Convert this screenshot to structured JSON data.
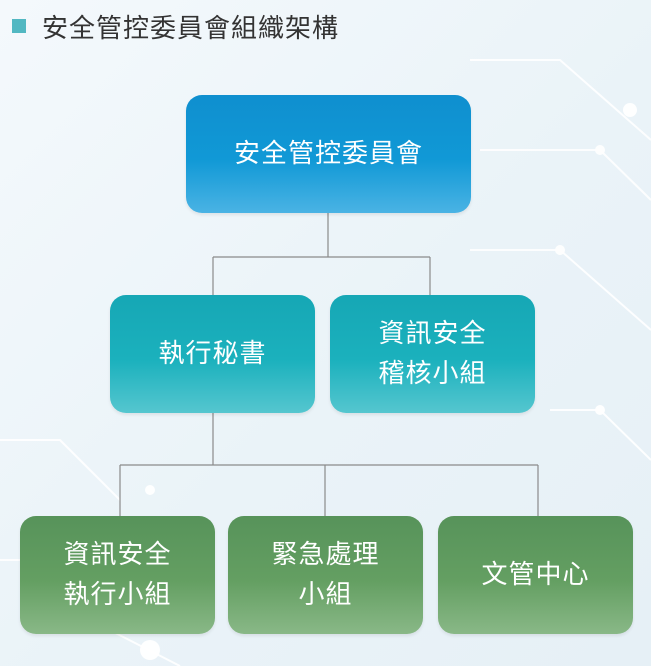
{
  "title": {
    "text": "安全管控委員會組織架構"
  },
  "colors": {
    "accent_marker": "#52b8c2",
    "level1": "#1199d6",
    "level2": "#1bb1bd",
    "level3": "#649f62",
    "connector": "#8a8a8a"
  },
  "nodes": {
    "committee": {
      "lines": [
        "安全管控委員會"
      ]
    },
    "secretary": {
      "lines": [
        "執行秘書"
      ]
    },
    "audit_team": {
      "lines": [
        "資訊安全",
        "稽核小組"
      ]
    },
    "exec_team": {
      "lines": [
        "資訊安全",
        "執行小組"
      ]
    },
    "emergency_team": {
      "lines": [
        "緊急處理",
        "小組"
      ]
    },
    "document_center": {
      "lines": [
        "文管中心"
      ]
    }
  }
}
